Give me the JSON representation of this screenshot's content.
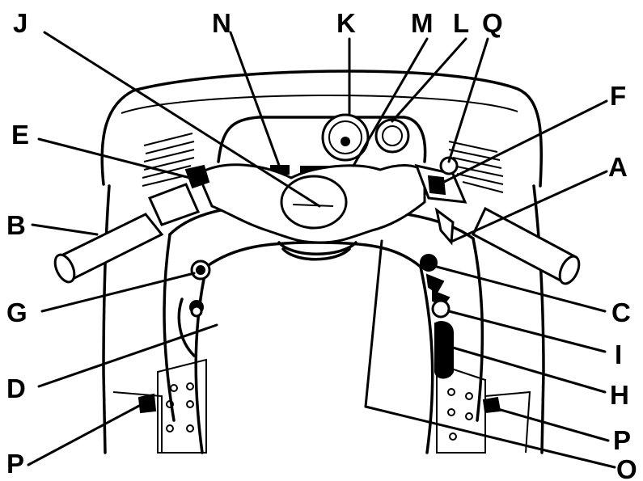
{
  "labels": {
    "J": "J",
    "N": "N",
    "K": "K",
    "M": "M",
    "L": "L",
    "Q": "Q",
    "E": "E",
    "F": "F",
    "A": "A",
    "B": "B",
    "G": "G",
    "C": "C",
    "D": "D",
    "I": "I",
    "H": "H",
    "P_left": "P",
    "P_right": "P",
    "O": "O"
  },
  "colors": {
    "ink": "#000000",
    "paper": "#ffffff"
  }
}
